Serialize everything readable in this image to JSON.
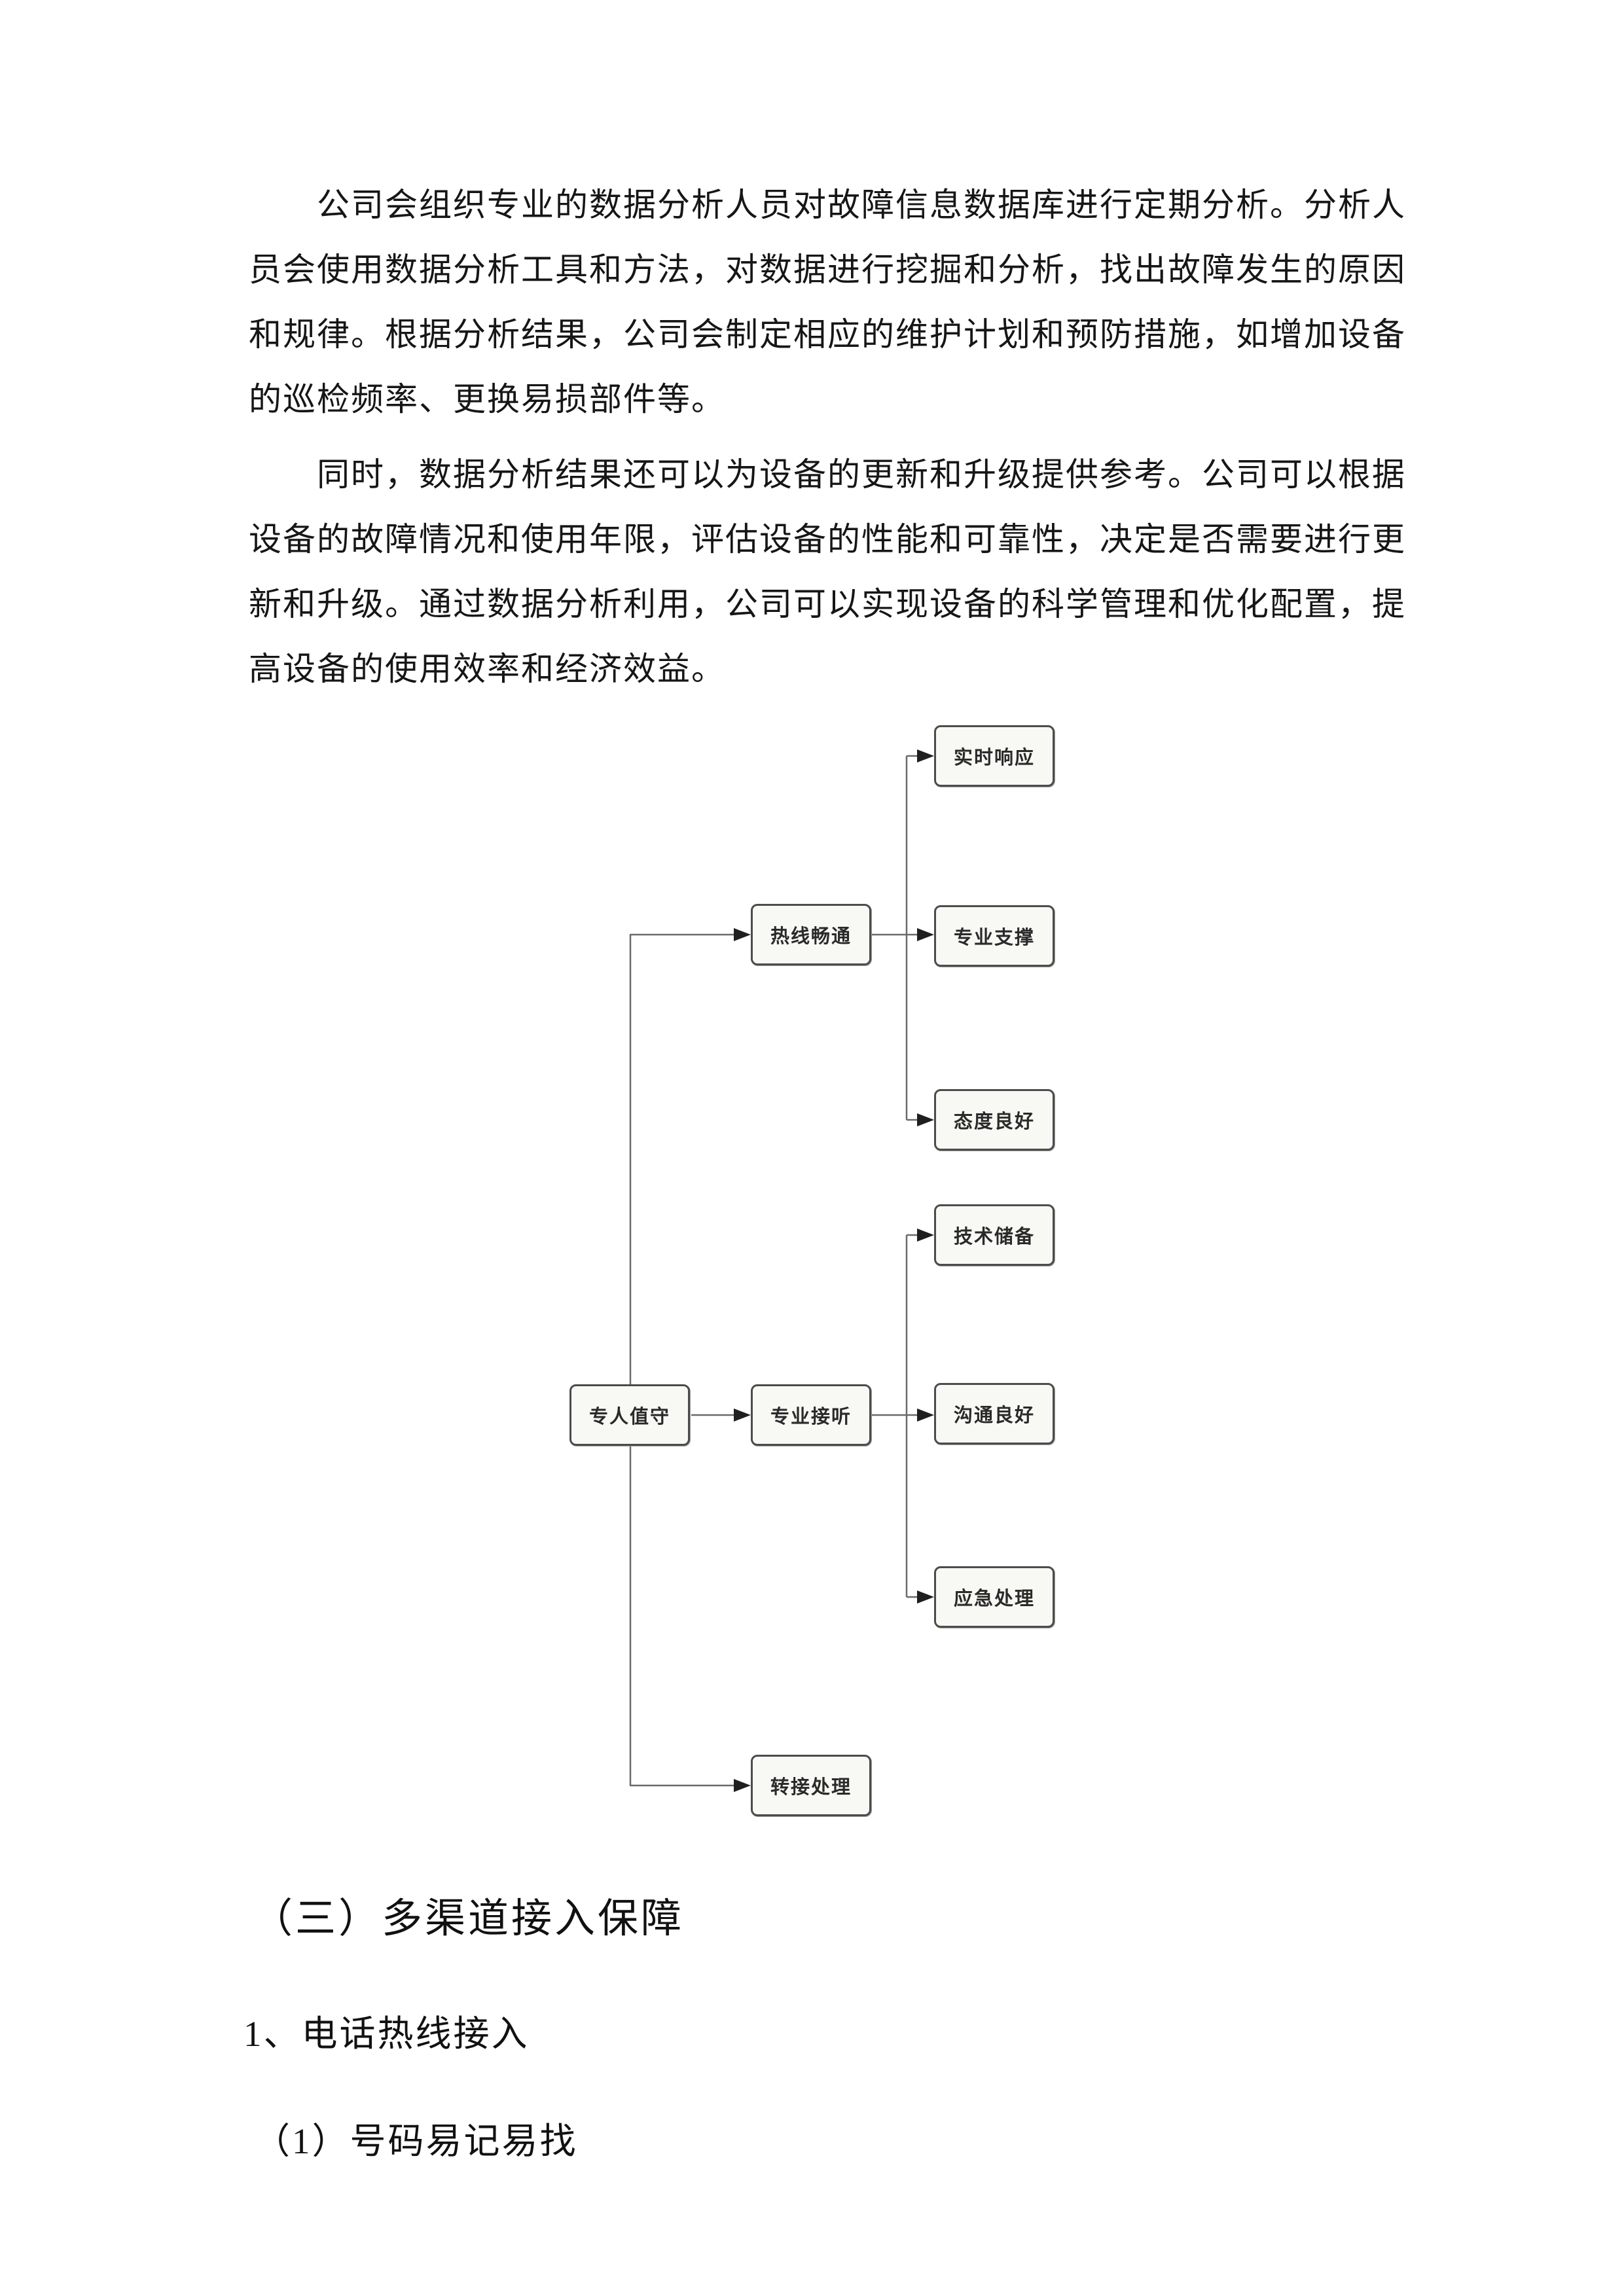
{
  "document": {
    "paragraph_1": {
      "lines": [
        "公司会组织专业的数据分析人员对故障信息数据库进行定期分析。分析人",
        "员会使用数据分析工具和方法，对数据进行挖掘和分析，找出故障发生的原因",
        "和规律。根据分析结果，公司会制定相应的维护计划和预防措施，如增加设备",
        "的巡检频率、更换易损部件等。"
      ]
    },
    "paragraph_2": {
      "lines": [
        "同时，数据分析结果还可以为设备的更新和升级提供参考。公司可以根据",
        "设备的故障情况和使用年限，评估设备的性能和可靠性，决定是否需要进行更",
        "新和升级。通过数据分析利用，公司可以实现设备的科学管理和优化配置，提",
        "高设备的使用效率和经济效益。"
      ]
    },
    "section_heading": "（三）多渠道接入保障",
    "list_item_1": "1、电话热线接入",
    "list_item_2": "（1）号码易记易找"
  },
  "diagram": {
    "type": "tree-flowchart",
    "nodes": {
      "dedicated_staff": "专人值守",
      "hotline_smooth": "热线畅通",
      "professional_answer": "专业接听",
      "transfer_handling": "转接处理",
      "realtime_response": "实时响应",
      "professional_support": "专业支撑",
      "good_attitude": "态度良好",
      "tech_reserve": "技术储备",
      "good_communication": "沟通良好",
      "emergency_handling": "应急处理"
    },
    "edges": [
      {
        "from": "专人值守",
        "to": "热线畅通"
      },
      {
        "from": "专人值守",
        "to": "专业接听"
      },
      {
        "from": "专人值守",
        "to": "转接处理"
      },
      {
        "from": "热线畅通",
        "to": "实时响应"
      },
      {
        "from": "热线畅通",
        "to": "专业支撑"
      },
      {
        "from": "热线畅通",
        "to": "态度良好"
      },
      {
        "from": "专业接听",
        "to": "技术储备"
      },
      {
        "from": "专业接听",
        "to": "沟通良好"
      },
      {
        "from": "专业接听",
        "to": "应急处理"
      }
    ],
    "colors": {
      "node_border": "#4c4c4c",
      "node_fill": "#f8f8f5",
      "edge_line": "#6a6a6a",
      "arrowhead": "#1f1f1f"
    }
  }
}
